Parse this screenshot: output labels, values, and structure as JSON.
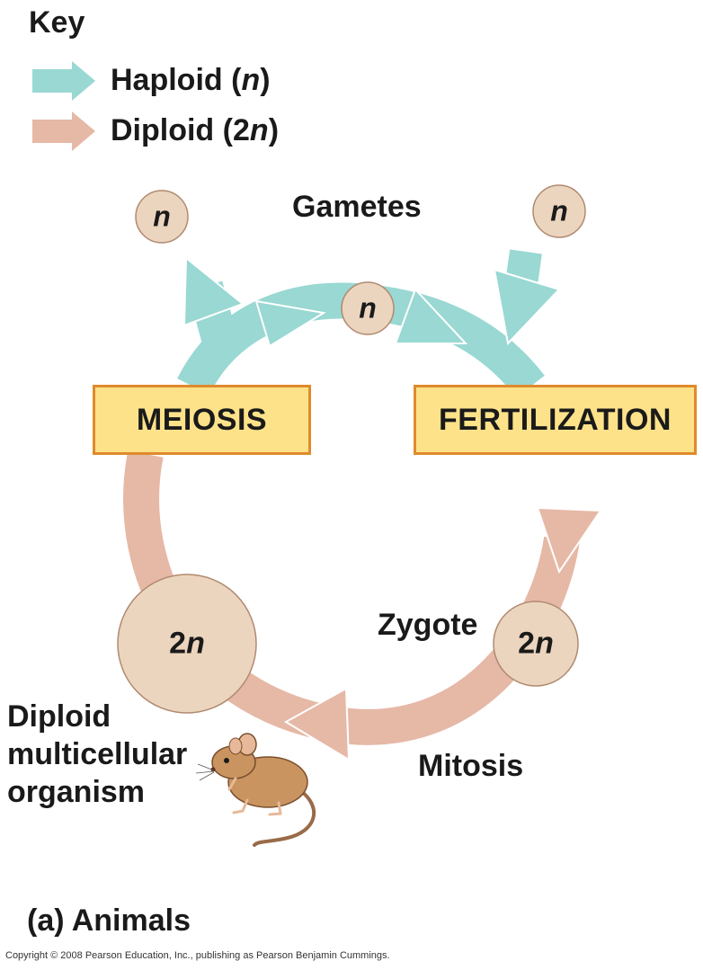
{
  "key": {
    "title": "Key",
    "haploid": {
      "label": "Haploid",
      "symbol": "n",
      "color": "#99d8d3"
    },
    "diploid": {
      "label": "Diploid",
      "symbol": "2n",
      "color": "#e6b8a6"
    }
  },
  "labels": {
    "gametes": "Gametes",
    "meiosis": "MEIOSIS",
    "fertilization": "FERTILIZATION",
    "zygote": "Zygote",
    "mitosis": "Mitosis",
    "organism_line1": "Diploid",
    "organism_line2": "multicellular",
    "organism_line3": "organism",
    "caption": "(a) Animals",
    "copyright": "Copyright © 2008 Pearson Education, Inc., publishing as Pearson Benjamin Cummings."
  },
  "cells": {
    "gamete_left": "n",
    "gamete_right": "n",
    "gamete_center": "n",
    "zygote": {
      "num": "2",
      "var": "n"
    },
    "organism": {
      "num": "2",
      "var": "n"
    }
  },
  "colors": {
    "cell_fill": "#ecd5bf",
    "box_fill": "#fde28a",
    "box_border": "#e08a2c"
  }
}
